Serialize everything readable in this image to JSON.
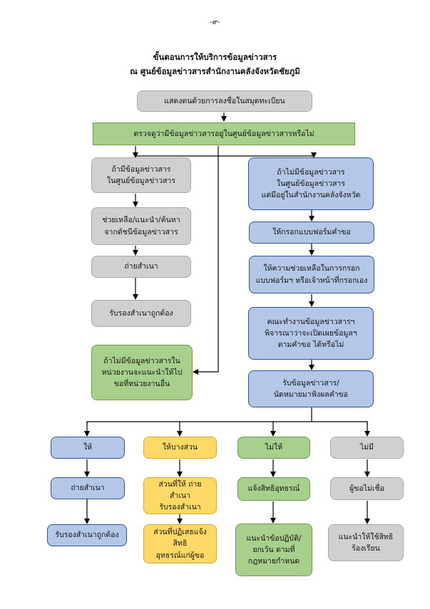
{
  "page_number": "-๙-",
  "title_line1": "ขั้นตอนการให้บริการข้อมูลข่าวสาร",
  "title_line2": "ณ ศูนย์ข้อมูลข่าวสารสำนักงานคลังจังหวัดชัยภูมิ",
  "boxes": {
    "show_id": "แสดงตนด้วยการลงชื่อในสมุดทะเบียน",
    "check_info": "ตรวจดูว่ามีข้อมูลข่าวสารอยู่ในศูนย์ข้อมูลข่าวสารหรือไม่",
    "if_in_center": "ถ้ามีข้อมูลข่าวสาร\nในศูนย์ข้อมูลข่าวสาร",
    "help_search": "ช่วยเหลือ/แนะนำ/ค้นหา\nจากดัชนีข้อมูลข่าวสาร",
    "copy_left": "ถ่ายสำเนา",
    "certify_left": "รับรองสำเนาถูกต้อง",
    "if_other_agency": "ถ้าไม่มีข้อมูลข่าวสารใน\nหน่วยงานจะแนะนำให้ไป\nขอที่หน่วยงานอื่น",
    "if_not_in_center": "ถ้าไม่มีข้อมูลข่าวสาร\nในศูนย์ข้อมูลข่าวสาร\nแต่มีอยู่ในสำนักงานคลังจังหวัด",
    "fill_form": "ให้กรอกแบบฟอร์มคำขอ",
    "help_fill": "ให้ความช่วยเหลือในการกรอก\nแบบฟอร์มฯ หรือเจ้าหน้าที่กรอกเอง",
    "committee": "คณะทำงานข้อมูลข่าวสารฯ\nพิจารณาว่าจะเปิดเผยข้อมูลฯ\nตามคำขอ ได้หรือไม่",
    "receive": "รับข้อมูลข่าวสาร/\nนัดหมายมาฟังผลคำขอ",
    "give": "ให้",
    "partial": "ให้บางส่วน",
    "not_give": "ไม่ให้",
    "none": "ไม่มี",
    "copy_give": "ถ่ายสำเนา",
    "partial_given": "ส่วนที่ให้ ถ่ายสำเนา\nรับรองสำเนา",
    "notify_rights": "แจ้งสิทธิอุทธรณ์",
    "requester_disbelief": "ผู้ขอไม่เชื่อ",
    "certify_give": "รับรองสำเนาถูกต้อง",
    "partial_denied": "ส่วนที่ปฏิเสธแจ้งสิทธิ\nอุทธรณ์แก่ผู้ขอ",
    "advise_practice": "แนะนำข้อปฏิบัติ/\nยกเว้น ตามที่\nกฎหมายกำหนด",
    "advise_complaint": "แนะนำให้ใช้สิทธิ\nร้องเรียน"
  },
  "colors": {
    "gray": "#d0d0d0",
    "green": "#a8d08d",
    "blue": "#b4c7e7",
    "yellow": "#ffd966",
    "line": "#000000"
  }
}
